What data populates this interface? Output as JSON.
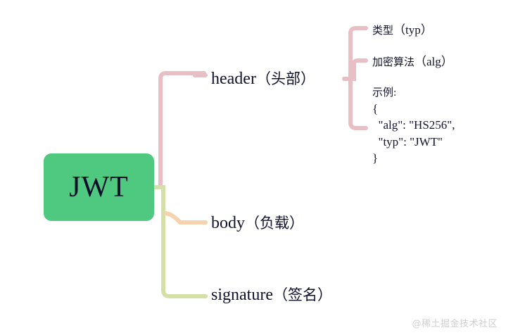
{
  "diagram": {
    "type": "mindmap",
    "background": "#ffffff",
    "root": {
      "label": "JWT",
      "fill": "#4fc97f",
      "text_color": "#0d0d2b"
    },
    "branch_colors": {
      "header": "#e8bfc4",
      "body": "#f5d3ae",
      "signature": "#d5dfa8"
    },
    "branches": [
      {
        "id": "header",
        "label_en": "header",
        "label_cn": "（头部）",
        "color": "#e8bfc4",
        "children": [
          {
            "id": "typ",
            "label_cn": "类型",
            "label_en": "（typ）"
          },
          {
            "id": "alg",
            "label_cn": "加密算法",
            "label_en": "（alg）"
          },
          {
            "id": "example",
            "title": "示例:",
            "code_lines": [
              "{",
              "  \"alg\": \"HS256\",",
              "  \"typ\": \"JWT\"",
              "}"
            ]
          }
        ]
      },
      {
        "id": "body",
        "label_en": "body",
        "label_cn": "（负载）",
        "color": "#f5d3ae",
        "children": []
      },
      {
        "id": "signature",
        "label_en": "signature",
        "label_cn": "（签名）",
        "color": "#d5dfa8",
        "children": []
      }
    ]
  },
  "watermark": {
    "text": "@稀土掘金技术社区"
  }
}
